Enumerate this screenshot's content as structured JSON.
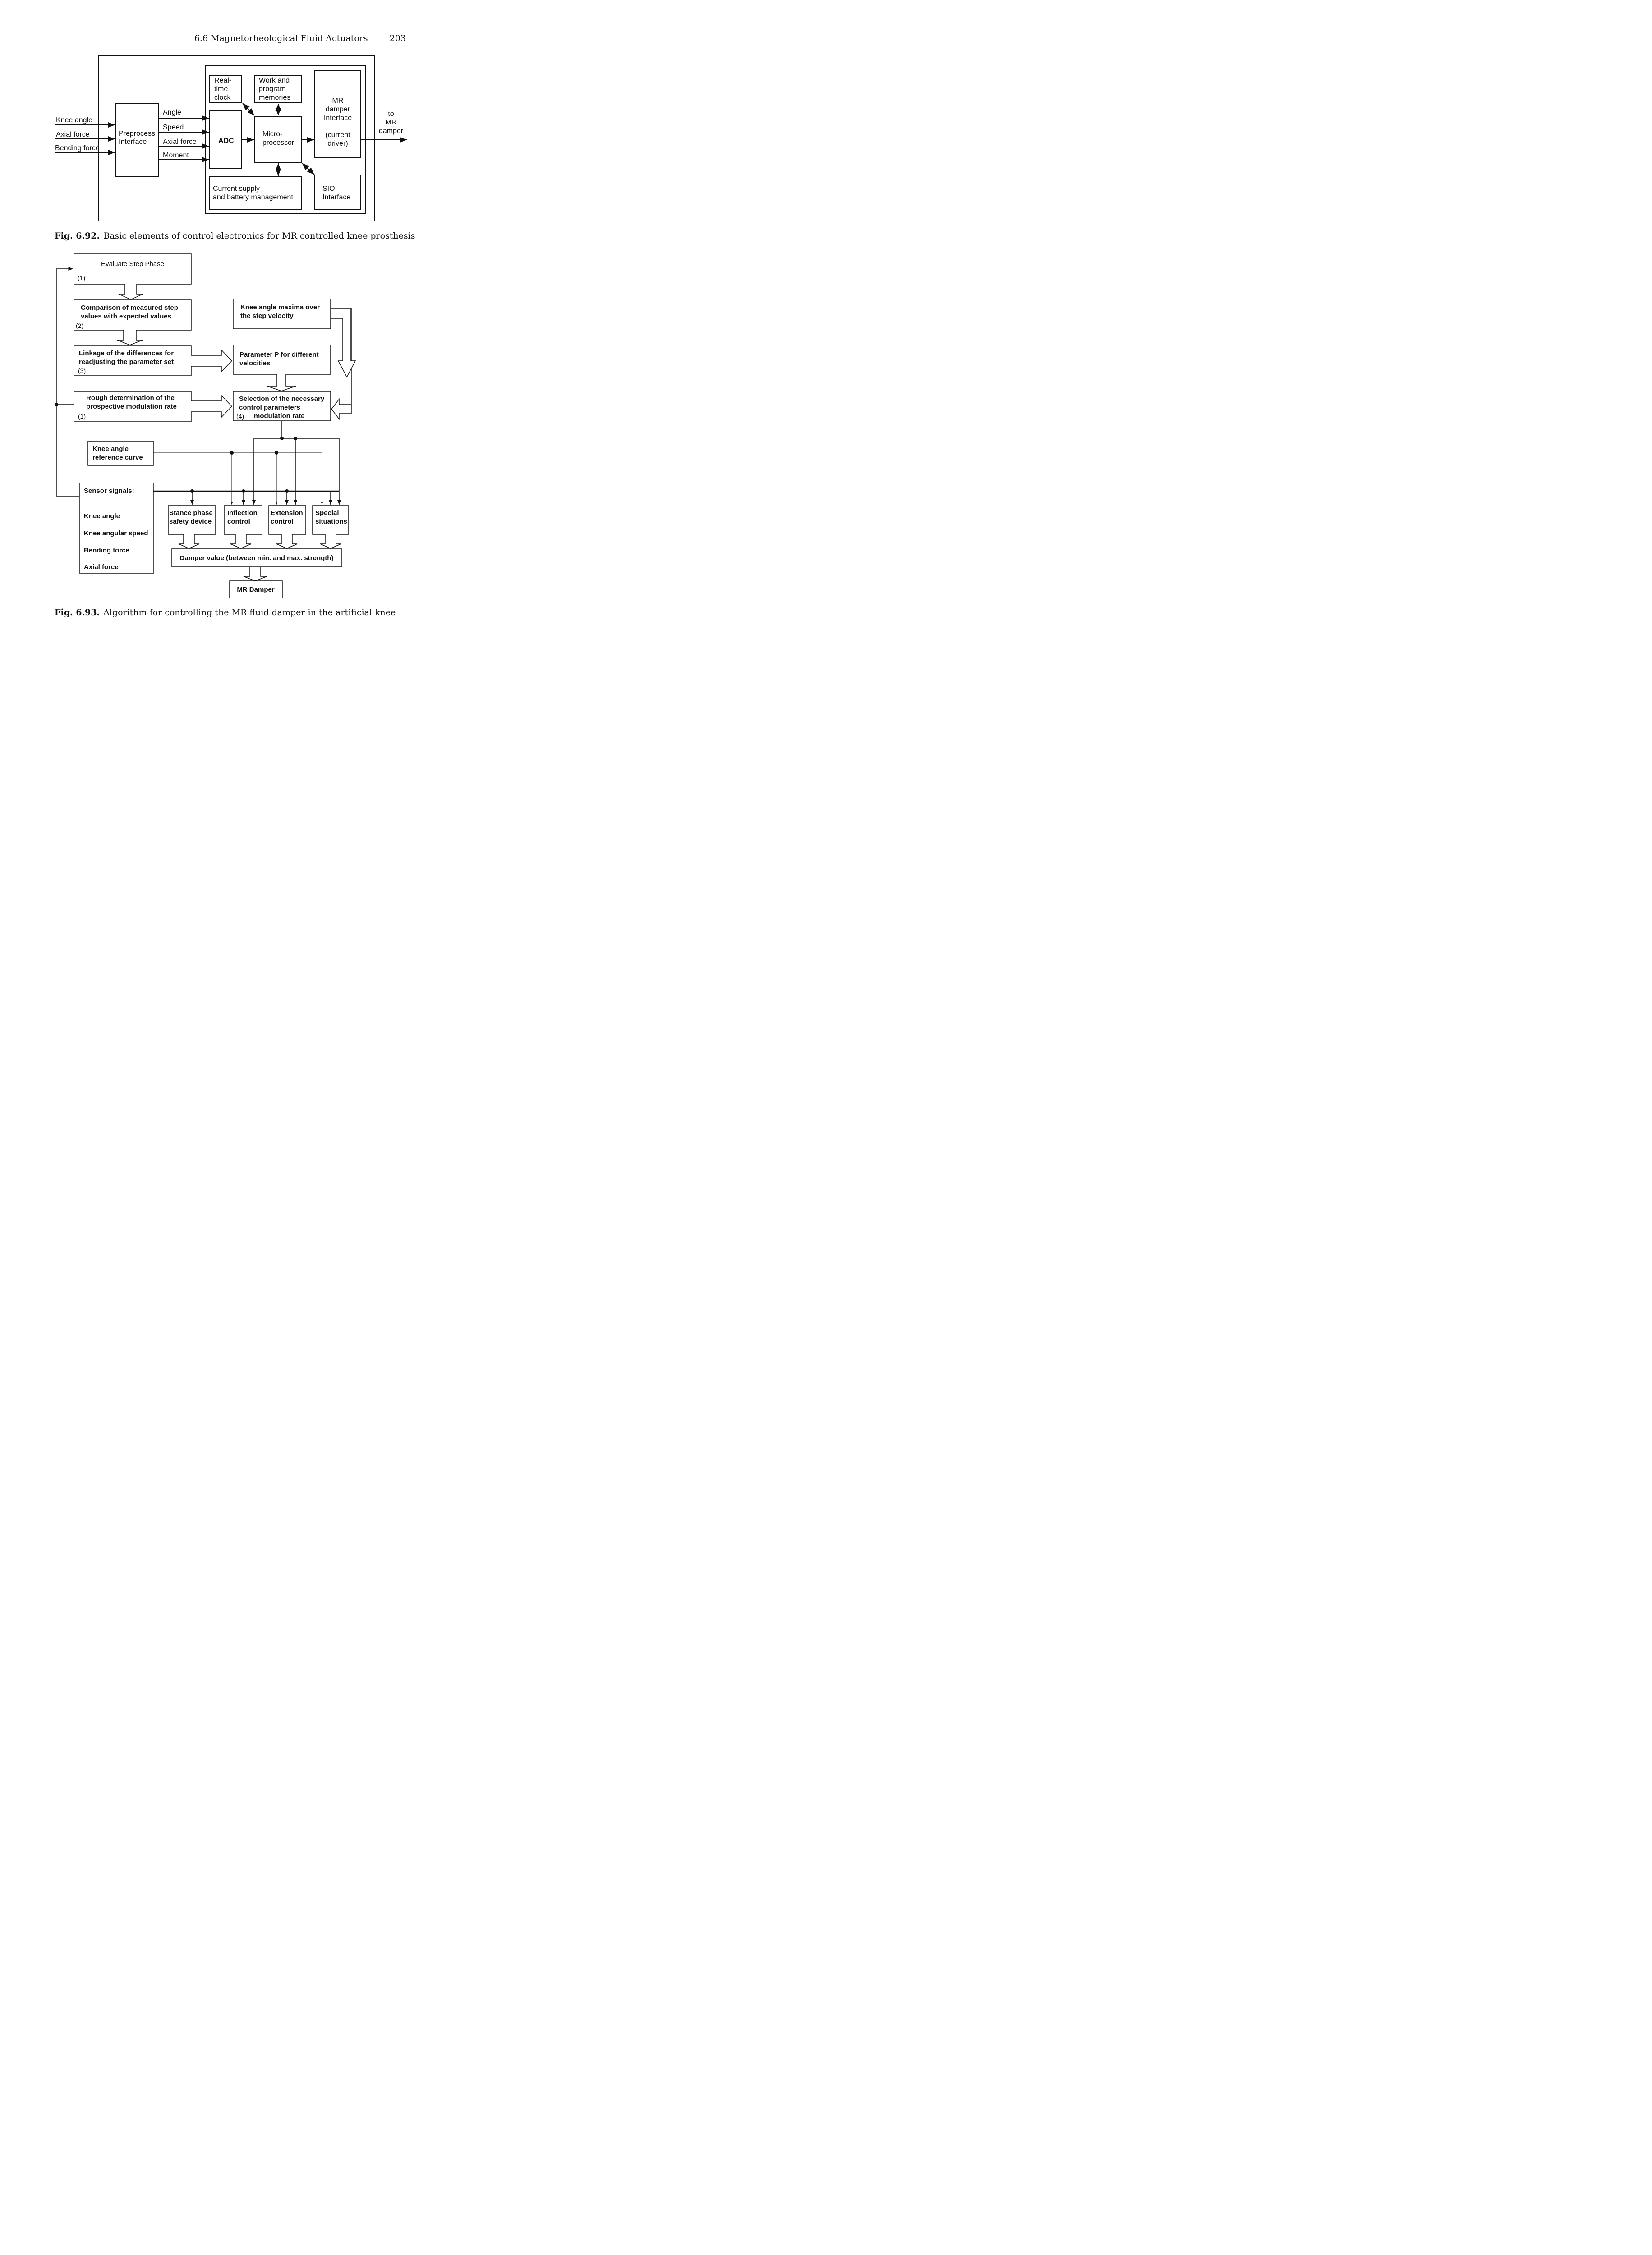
{
  "header": {
    "section_title": "6.6 Magnetorheological Fluid Actuators",
    "page_number": "203"
  },
  "figure_92": {
    "inputs": [
      "Knee angle",
      "Axial force",
      "Bending force"
    ],
    "preprocess": [
      "Preprocess",
      "Interface"
    ],
    "signals": [
      "Angle",
      "Speed",
      "Axial force",
      "Moment"
    ],
    "rtc": [
      "Real-",
      "time",
      "clock"
    ],
    "memories": [
      "Work and",
      "program",
      "memories"
    ],
    "adc": "ADC",
    "micro": [
      "Micro-",
      "processor"
    ],
    "mr_iface": [
      "MR",
      "damper",
      "Interface",
      "",
      "(current",
      "driver)"
    ],
    "output": [
      "to",
      "MR",
      "damper"
    ],
    "supply": [
      "Current supply",
      "and battery management"
    ],
    "sio": [
      "SIO",
      "Interface"
    ],
    "caption_label": "Fig. 6.92.",
    "caption_text": "Basic elements of control electronics for MR controlled knee prosthesis"
  },
  "figure_93": {
    "evaluate": "Evaluate Step Phase",
    "evaluate_num": "(1)",
    "comparison": [
      "Comparison of measured step",
      "values with expected values"
    ],
    "comparison_num": "(2)",
    "linkage": [
      "Linkage of the differences for",
      "readjusting the parameter set"
    ],
    "linkage_num": "(3)",
    "rough": [
      "Rough determination of the",
      "prospective modulation rate"
    ],
    "rough_num": "(1)",
    "knee_max": [
      "Knee angle maxima over",
      "the step velocity"
    ],
    "param_p": [
      "Parameter P for different",
      "velocities"
    ],
    "selection": [
      "Selection of the necessary",
      "control parameters"
    ],
    "selection_num": "(4)",
    "selection_last": "modulation rate",
    "ref_curve": [
      "Knee angle",
      "reference curve"
    ],
    "sensor_title": "Sensor signals:",
    "sensors": [
      "Knee angle",
      "Knee angular speed",
      "Bending force",
      "Axial force"
    ],
    "stance": [
      "Stance phase",
      "safety device"
    ],
    "inflection": [
      "Inflection",
      "control"
    ],
    "extension": [
      "Extension",
      "control"
    ],
    "special": [
      "Special",
      "situations"
    ],
    "damper_value": "Damper value (between min. and max. strength)",
    "mr_damper": "MR Damper",
    "caption_label": "Fig. 6.93.",
    "caption_text": "Algorithm for controlling the MR fluid damper in the artificial knee"
  }
}
